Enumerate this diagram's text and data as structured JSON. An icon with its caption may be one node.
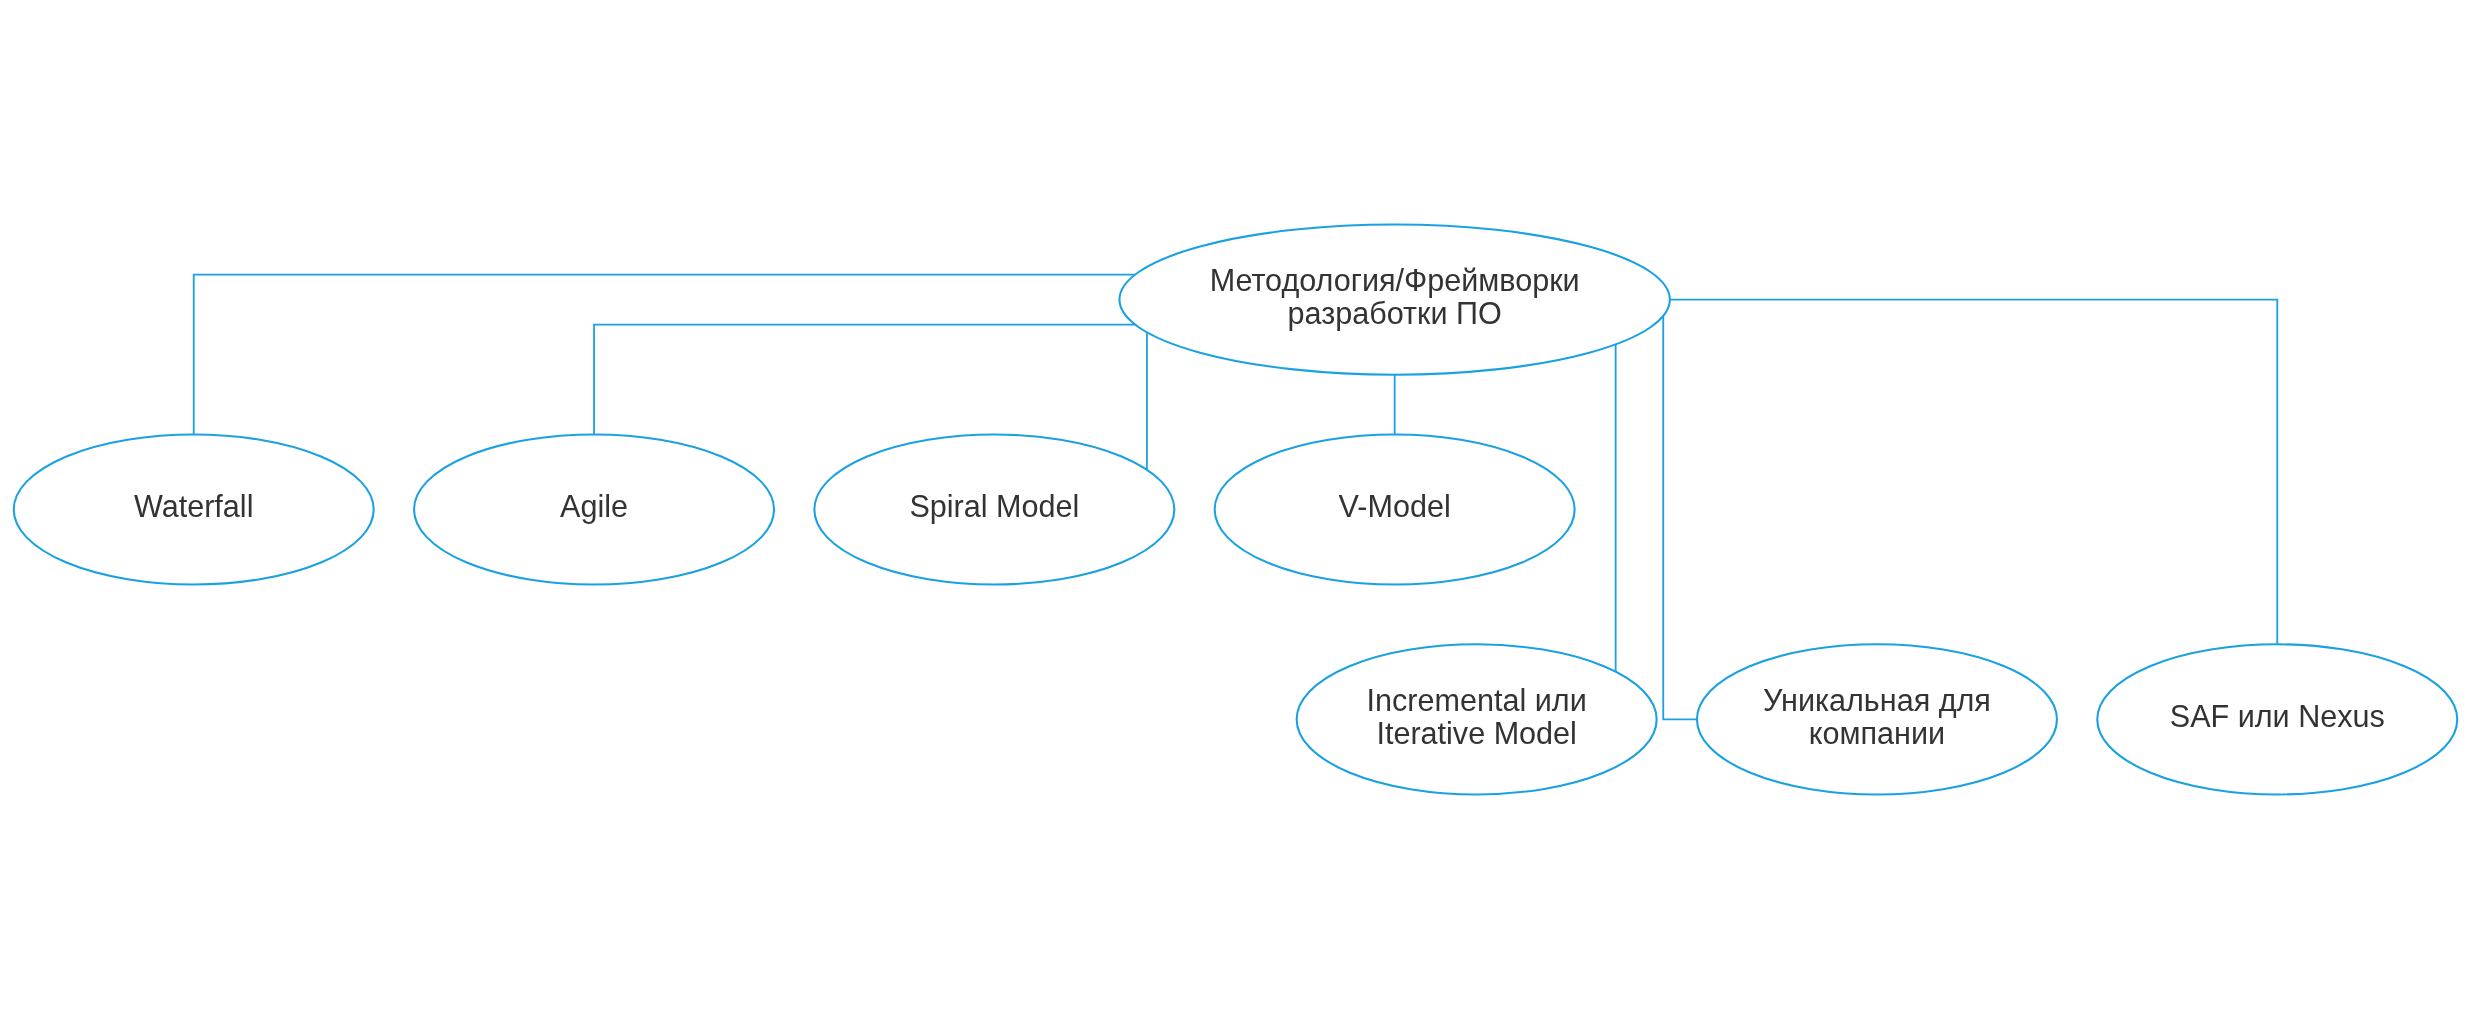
{
  "diagram": {
    "nodes": [
      {
        "text": [
          "Методология/Фреймворки разработки ПО"
        ]
      },
      {
        "text": [
          "Waterfall"
        ]
      },
      {
        "text": [
          "Agile"
        ]
      },
      {
        "text": [
          "Spiral Model"
        ]
      },
      {
        "text": [
          "V-Model"
        ]
      },
      {
        "text": [
          "Incremental или Iterative Model"
        ]
      },
      {
        "text": [
          "Уникальная для компании"
        ]
      },
      {
        "text": [
          "SAF или Nexus"
        ]
      }
    ],
    "edges": [
      {
        "from": 0,
        "to": 1,
        "arrow": "none"
      },
      {
        "from": 0,
        "to": 5,
        "arrow": "none"
      },
      {
        "from": 0,
        "to": 2,
        "arrow": "none"
      },
      {
        "from": 0,
        "to": 6,
        "arrow": "none"
      },
      {
        "from": 0,
        "to": 3,
        "arrow": "none"
      },
      {
        "from": 0,
        "to": 7,
        "arrow": "none"
      },
      {
        "from": 0,
        "to": 4,
        "arrow": "none"
      }
    ]
  }
}
